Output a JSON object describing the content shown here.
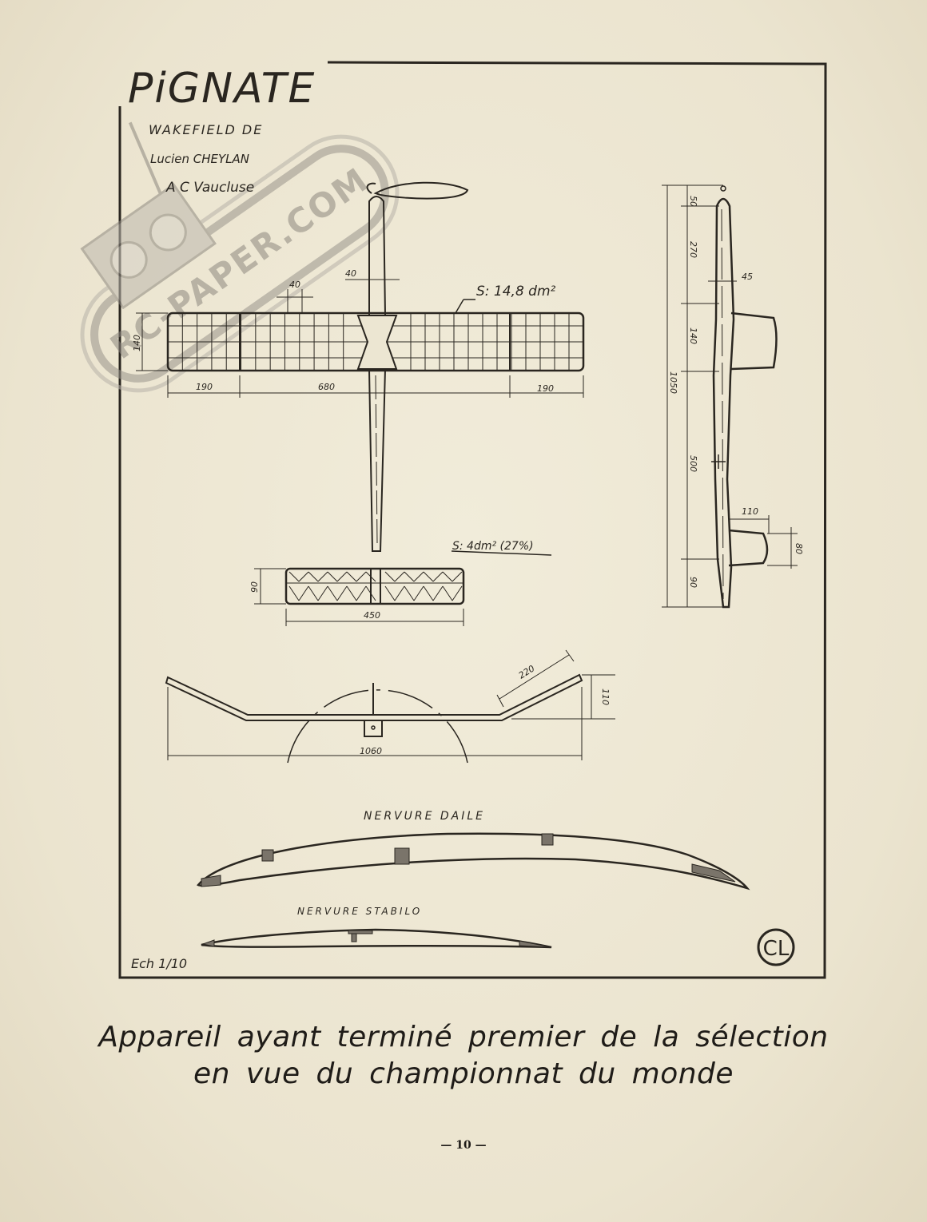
{
  "title": {
    "name": "PiGNATE",
    "line1": "WAKEFIELD DE",
    "line2": "Lucien CHEYLAN",
    "line3": "A C Vaucluse"
  },
  "watermark": {
    "text": "RC-PAPER.COM"
  },
  "wing": {
    "area": "S: 14,8 dm²",
    "chord": "140",
    "dim_center": "680",
    "dim_left": "190",
    "dim_right": "190",
    "rib_spacing": "40",
    "pylon": "40"
  },
  "stab": {
    "area": "S: 4dm² (27%)",
    "chord": "90",
    "span": "450"
  },
  "side_view": {
    "d50": "50",
    "d270": "270",
    "d45": "45",
    "d140": "140",
    "d1050": "1050",
    "d500": "500",
    "d110": "110",
    "d80": "80",
    "d90": "90"
  },
  "front_view": {
    "span": "1060",
    "tip": "220",
    "dihedral": "110"
  },
  "ribs": {
    "wing_label": "NERVURE DAILE",
    "stab_label": "NERVURE STABILO"
  },
  "scale": "Ech 1/10",
  "monogram": "CL",
  "caption": {
    "line1": "Appareil ayant terminé premier de la sélection",
    "line2": "en vue du championnat du monde"
  },
  "page_number": "— 10 —"
}
